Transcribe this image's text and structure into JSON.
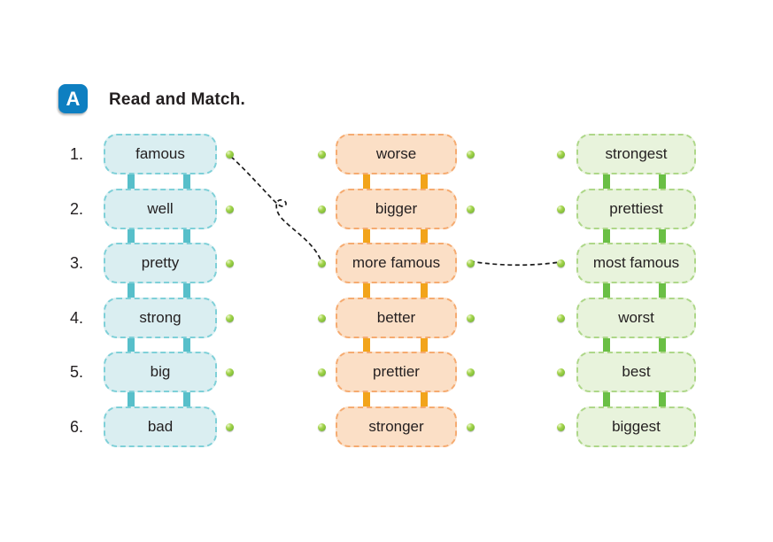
{
  "header": {
    "badge": "A",
    "title": "Read and Match."
  },
  "columns": [
    {
      "name": "base-adjectives",
      "theme": "teal",
      "items": [
        {
          "number": "1.",
          "word": "famous"
        },
        {
          "number": "2.",
          "word": "well"
        },
        {
          "number": "3.",
          "word": "pretty"
        },
        {
          "number": "4.",
          "word": "strong"
        },
        {
          "number": "5.",
          "word": "big"
        },
        {
          "number": "6.",
          "word": "bad"
        }
      ]
    },
    {
      "name": "comparatives",
      "theme": "orange",
      "items": [
        {
          "word": "worse"
        },
        {
          "word": "bigger"
        },
        {
          "word": "more famous"
        },
        {
          "word": "better"
        },
        {
          "word": "prettier"
        },
        {
          "word": "stronger"
        }
      ]
    },
    {
      "name": "superlatives",
      "theme": "green",
      "items": [
        {
          "word": "strongest"
        },
        {
          "word": "prettiest"
        },
        {
          "word": "most famous"
        },
        {
          "word": "worst"
        },
        {
          "word": "best"
        },
        {
          "word": "biggest"
        }
      ]
    }
  ],
  "connections": [
    {
      "from_word": "famous",
      "to_word": "more famous",
      "style": "hand-drawn dashed curve with small loop"
    },
    {
      "from_word": "more famous",
      "to_word": "most famous",
      "style": "hand-drawn dashed curve"
    }
  ],
  "colors": {
    "badge_blue": "#0e7fc1",
    "column1_fill": "#daeef1",
    "column1_border": "#7fd0d8",
    "column1_bar": "#57bfca",
    "column2_fill": "#fbdfc6",
    "column2_border": "#f5ab71",
    "column2_bar": "#f2a41b",
    "column3_fill": "#e8f3dc",
    "column3_border": "#aed789",
    "column3_bar": "#6abf45",
    "dot_green": "#8cc63f",
    "text": "#231f20",
    "match_line": "#1c1c1c"
  }
}
